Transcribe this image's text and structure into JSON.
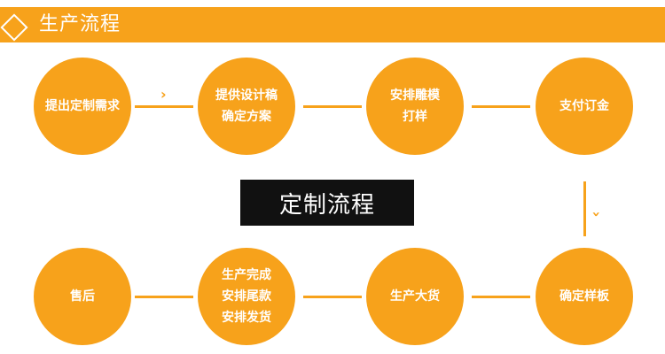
{
  "header": {
    "title": "生产流程"
  },
  "center_label": "定制流程",
  "steps_top": [
    {
      "lines": [
        "提出定制需求"
      ]
    },
    {
      "lines": [
        "提供设计稿",
        "确定方案"
      ]
    },
    {
      "lines": [
        "安排雕模",
        "打样"
      ]
    },
    {
      "lines": [
        "支付订金"
      ]
    }
  ],
  "steps_bottom": [
    {
      "lines": [
        "售后"
      ]
    },
    {
      "lines": [
        "生产完成",
        "安排尾款",
        "安排发货"
      ]
    },
    {
      "lines": [
        "生产大货"
      ]
    },
    {
      "lines": [
        "确定样板"
      ]
    }
  ],
  "colors": {
    "accent": "#F7A21B",
    "box": "#111111",
    "text": "#ffffff"
  },
  "icons": {
    "arrow_right": "chevron-right-icon",
    "arrow_down": "chevron-down-icon",
    "header_marker": "diamond-icon"
  }
}
